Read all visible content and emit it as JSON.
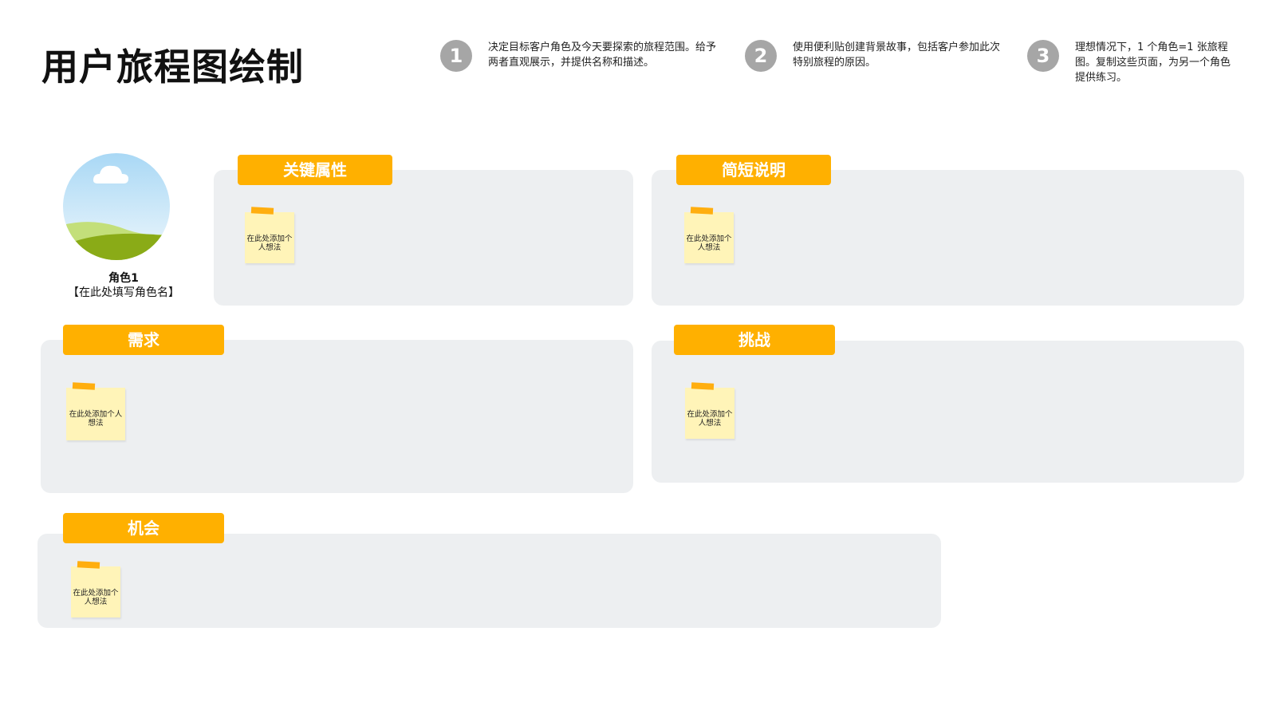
{
  "title": "用户旅程图绘制",
  "steps": [
    {
      "number": "1",
      "text": "决定目标客户角色及今天要探索的旅程范围。给予两者直观展示，并提供名称和描述。"
    },
    {
      "number": "2",
      "text": "使用便利贴创建背景故事，包括客户参加此次特别旅程的原因。"
    },
    {
      "number": "3",
      "text": "理想情况下，1 个角色=1 张旅程图。复制这些页面，为另一个角色提供练习。"
    }
  ],
  "persona": {
    "name": "角色1",
    "placeholder": "【在此处填写角色名】",
    "avatar_icon": "landscape-avatar-icon"
  },
  "sections": {
    "key_attributes": {
      "label": "关键属性",
      "note": "在此处添加个人想法"
    },
    "brief": {
      "label": "简短说明",
      "note": "在此处添加个人想法"
    },
    "needs": {
      "label": "需求",
      "note": "在此处添加个人想法"
    },
    "challenges": {
      "label": "挑战",
      "note": "在此处添加个人想法"
    },
    "opportunities": {
      "label": "机会",
      "note": "在此处添加个人想法"
    }
  },
  "colors": {
    "accent": "#ffb000",
    "panel": "#edeff1",
    "note": "#fff4b8",
    "step_circle": "#a6a6a6"
  }
}
